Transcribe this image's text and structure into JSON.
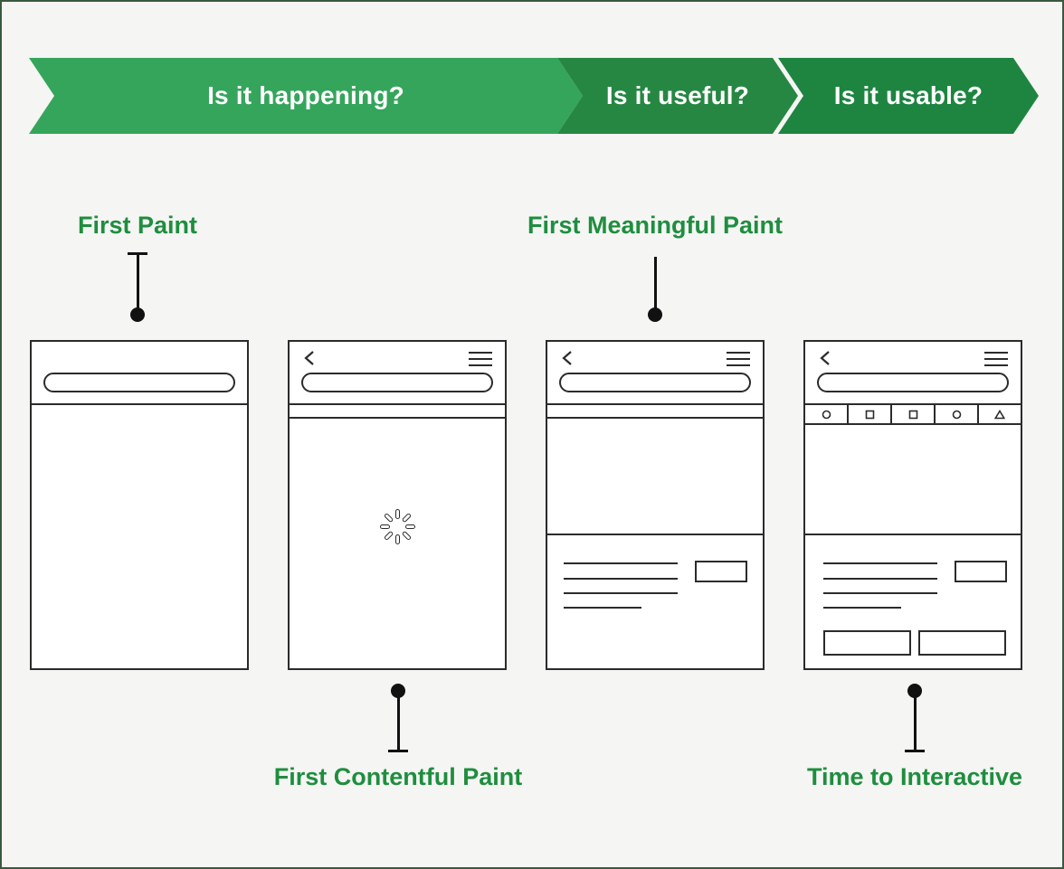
{
  "canvas": {
    "background": "#f5f5f4",
    "border_color": "#3a5940"
  },
  "banner": {
    "text_color": "#ffffff",
    "segments": [
      {
        "label": "Is it happening?",
        "color": "#35a55c"
      },
      {
        "label": "Is it useful?",
        "color": "#268742"
      },
      {
        "label": "Is it usable?",
        "color": "#1d8540"
      }
    ]
  },
  "annotations": {
    "color": "#1e8e3e",
    "first_paint": "First Paint",
    "first_meaningful_paint": "First Meaningful Paint",
    "first_contentful_paint": "First Contentful Paint",
    "time_to_interactive": "Time to Interactive"
  },
  "wireframe": {
    "stroke_color": "#2b2b2b",
    "phones": [
      {
        "stage": "first-paint",
        "elements": [
          "url-bar"
        ]
      },
      {
        "stage": "first-contentful-paint",
        "elements": [
          "back-icon",
          "menu-icon",
          "url-bar",
          "tab-strip",
          "spinner"
        ]
      },
      {
        "stage": "first-meaningful-paint",
        "elements": [
          "back-icon",
          "menu-icon",
          "url-bar",
          "tab-strip",
          "hero-block",
          "text-lines",
          "button"
        ]
      },
      {
        "stage": "time-to-interactive",
        "elements": [
          "back-icon",
          "menu-icon",
          "url-bar",
          "tab-icon-bar",
          "hero-block",
          "text-lines",
          "button",
          "action-buttons"
        ],
        "tab_icons": [
          "circle",
          "square",
          "square",
          "circle",
          "triangle"
        ]
      }
    ]
  }
}
